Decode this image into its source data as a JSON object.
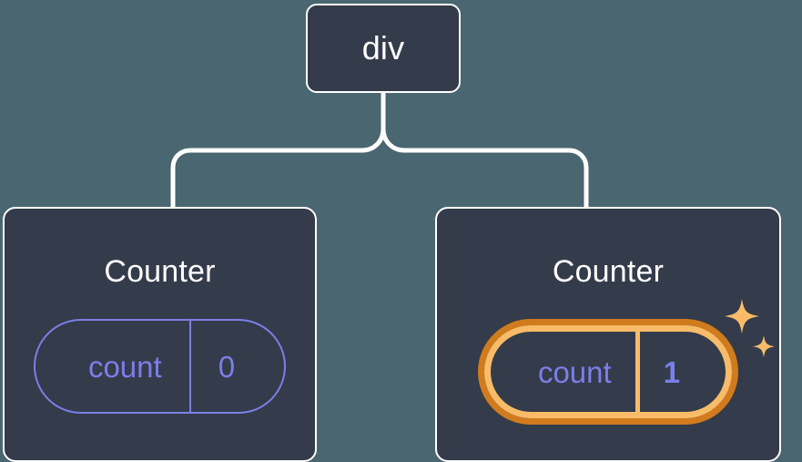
{
  "diagram": {
    "type": "component-tree",
    "background_color": "#4a6670",
    "node_fill_color": "#343b4a",
    "node_border_color": "#ffffff",
    "connector_color": "#ffffff",
    "state_color": "#7b7fe8",
    "highlight_outer_color": "#d07b1d",
    "highlight_inner_color": "#f8bc69",
    "sparkle_color": "#f8bc69"
  },
  "root": {
    "label": "div"
  },
  "children": [
    {
      "title": "Counter",
      "state": {
        "key": "count",
        "value": "0"
      },
      "highlighted": false
    },
    {
      "title": "Counter",
      "state": {
        "key": "count",
        "value": "1"
      },
      "highlighted": true
    }
  ]
}
